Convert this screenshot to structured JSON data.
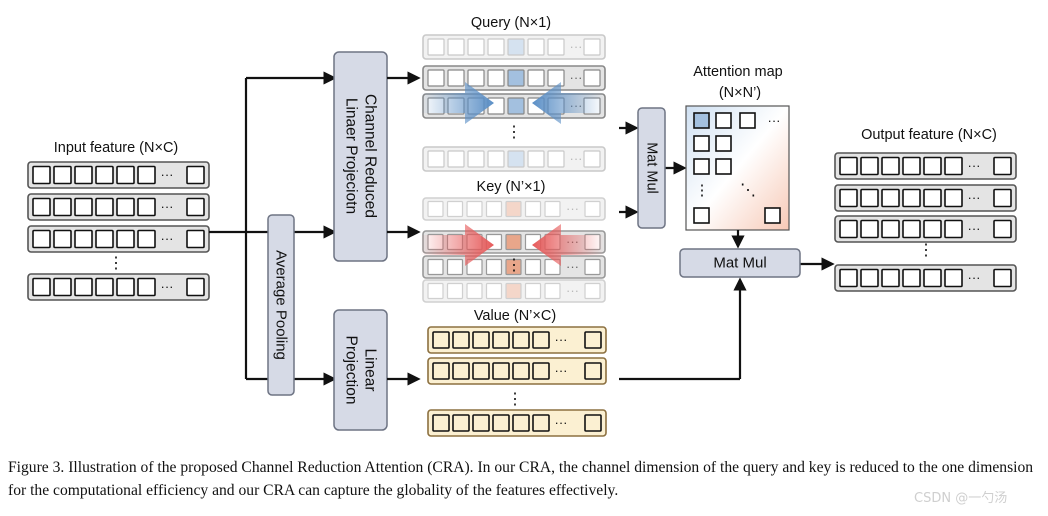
{
  "labels": {
    "input_feature": "Input feature (N×C)",
    "query": "Query (N×1)",
    "key": "Key (N’×1)",
    "value": "Value (N’×C)",
    "attention_map_line1": "Attention map",
    "attention_map_line2": "(N×N’)",
    "output_feature": "Output feature (N×C)",
    "channel_reduced_line1": "Channel Reduced",
    "channel_reduced_line2": "Linaer Projeciotn",
    "average_pooling": "Average Pooling",
    "linear_projection_line1": "Linear",
    "linear_projection_line2": "Projection",
    "mat_mul": "Mat Mul",
    "ellipsis": "···",
    "vdots": "⋮",
    "ddots": "⋱"
  },
  "caption": "Figure 3.  Illustration of the proposed Channel Reduction Attention (CRA). In our CRA, the channel dimension of the query and key is reduced to the one dimension for the computational efficiency and our CRA can capture the globality of the features effectively.",
  "watermark": "CSDN @一勺汤",
  "colors": {
    "block_fill": "#d6dae6",
    "block_stroke": "#6e7484",
    "feature_fill": "#e4e4e4",
    "query_cell": "#a3c0df",
    "key_cell": "#e8a68a",
    "value_fill": "#fbf0d2",
    "value_stroke": "#8c7040",
    "arrow_blue": "#5b8fc6",
    "arrow_red": "#e65a5a"
  }
}
